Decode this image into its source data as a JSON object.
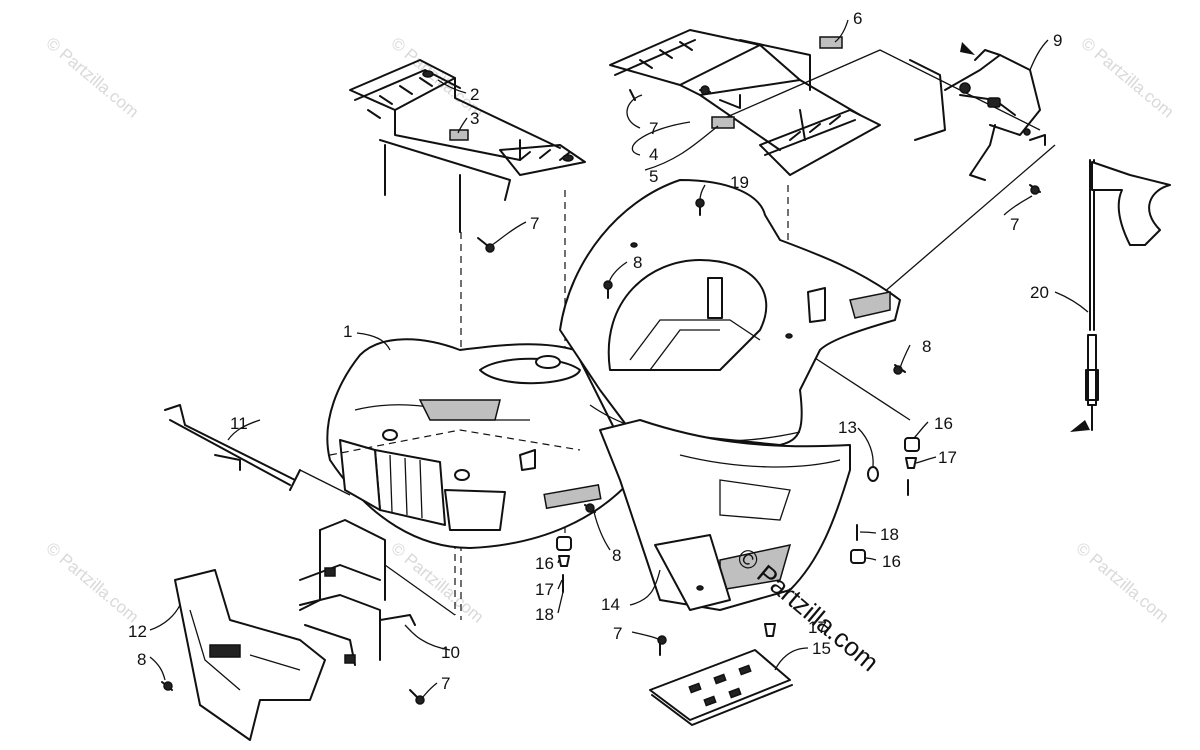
{
  "watermarks": {
    "top_left": "© Partzilla.com",
    "top_center": "© Partzilla.com",
    "top_right": "© Partzilla.com",
    "bottom_left": "© Partzilla.com",
    "bottom_center": "© Partzilla.com",
    "bottom_right": "© Partzilla.com",
    "center": "© Partzilla.com"
  },
  "callouts": [
    {
      "id": "c1",
      "label": "1"
    },
    {
      "id": "c2",
      "label": "2"
    },
    {
      "id": "c3",
      "label": "3"
    },
    {
      "id": "c4",
      "label": "4"
    },
    {
      "id": "c5",
      "label": "5"
    },
    {
      "id": "c6",
      "label": "6"
    },
    {
      "id": "c7a",
      "label": "7"
    },
    {
      "id": "c7b",
      "label": "7"
    },
    {
      "id": "c7c",
      "label": "7"
    },
    {
      "id": "c7d",
      "label": "7"
    },
    {
      "id": "c7e",
      "label": "7"
    },
    {
      "id": "c8a",
      "label": "8"
    },
    {
      "id": "c8b",
      "label": "8"
    },
    {
      "id": "c8c",
      "label": "8"
    },
    {
      "id": "c8d",
      "label": "8"
    },
    {
      "id": "c9",
      "label": "9"
    },
    {
      "id": "c10",
      "label": "10"
    },
    {
      "id": "c11",
      "label": "11"
    },
    {
      "id": "c12",
      "label": "12"
    },
    {
      "id": "c13",
      "label": "13"
    },
    {
      "id": "c14",
      "label": "14"
    },
    {
      "id": "c15",
      "label": "15"
    },
    {
      "id": "c16a",
      "label": "16"
    },
    {
      "id": "c16b",
      "label": "16"
    },
    {
      "id": "c16c",
      "label": "16"
    },
    {
      "id": "c17a",
      "label": "17"
    },
    {
      "id": "c17b",
      "label": "17"
    },
    {
      "id": "c17c",
      "label": "17"
    },
    {
      "id": "c18a",
      "label": "18"
    },
    {
      "id": "c18b",
      "label": "18"
    },
    {
      "id": "c19",
      "label": "19"
    },
    {
      "id": "c20",
      "label": "20"
    }
  ]
}
